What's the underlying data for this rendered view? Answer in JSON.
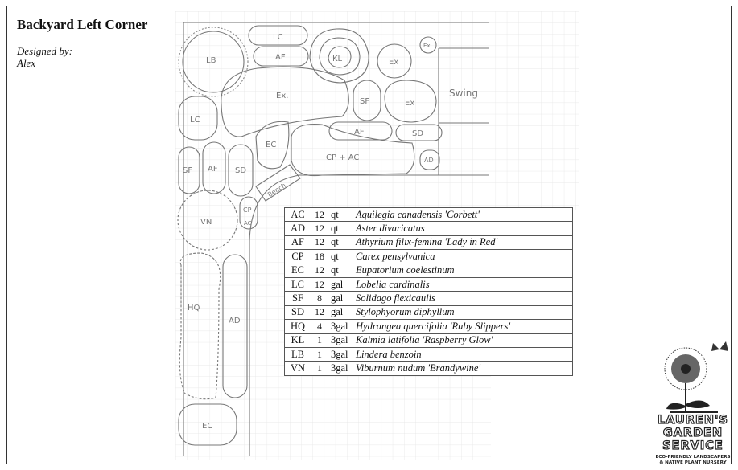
{
  "title": "Backyard Left Corner",
  "designer_label": "Designed by:",
  "designer_name": "Alex",
  "plan_labels": {
    "lb": "LB",
    "lc_top": "LC",
    "af_top": "AF",
    "kl": "KL",
    "ex_top": "Ex",
    "ex_small": "Ex",
    "ex_mid": "Ex.",
    "sf_mid": "SF",
    "ex_right": "Ex",
    "swing": "Swing",
    "lc_left": "LC",
    "af_mid": "AF",
    "sd_mid": "SD",
    "ec_mid": "EC",
    "cp_ac": "CP + AC",
    "ad_mid": "AD",
    "sf_left": "SF",
    "af_left": "AF",
    "sd_left": "SD",
    "bench": "Bench",
    "vn": "VN",
    "cp_small": "CP",
    "ac_small": "AC",
    "hq": "HQ",
    "ad_left": "AD",
    "ec_bottom": "EC"
  },
  "plants": [
    {
      "code": "AC",
      "qty": "12",
      "unit": "qt",
      "name": "Aquilegia canadensis 'Corbett'"
    },
    {
      "code": "AD",
      "qty": "12",
      "unit": "qt",
      "name": "Aster divaricatus"
    },
    {
      "code": "AF",
      "qty": "12",
      "unit": "qt",
      "name": "Athyrium filix-femina 'Lady in Red'"
    },
    {
      "code": "CP",
      "qty": "18",
      "unit": "qt",
      "name": "Carex pensylvanica"
    },
    {
      "code": "EC",
      "qty": "12",
      "unit": "qt",
      "name": "Eupatorium coelestinum"
    },
    {
      "code": "LC",
      "qty": "12",
      "unit": "gal",
      "name": "Lobelia cardinalis"
    },
    {
      "code": "SF",
      "qty": "8",
      "unit": "gal",
      "name": "Solidago flexicaulis"
    },
    {
      "code": "SD",
      "qty": "12",
      "unit": "gal",
      "name": "Stylophyorum diphyllum"
    },
    {
      "code": "HQ",
      "qty": "4",
      "unit": "3gal",
      "name": "Hydrangea quercifolia 'Ruby Slippers'"
    },
    {
      "code": "KL",
      "qty": "1",
      "unit": "3gal",
      "name": "Kalmia latifolia 'Raspberry Glow'"
    },
    {
      "code": "LB",
      "qty": "1",
      "unit": "3gal",
      "name": "Lindera benzoin"
    },
    {
      "code": "VN",
      "qty": "1",
      "unit": "3gal",
      "name": "Viburnum nudum 'Brandywine'"
    }
  ],
  "logo": {
    "line1": "LAUREN'S",
    "line2": "GARDEN",
    "line3": "SERVICE",
    "tagline1": "ECO-FRIENDLY LANDSCAPERS",
    "tagline2": "& NATIVE PLANT NURSERY",
    "icons": [
      "butterfly-icon",
      "dandelion-icon"
    ]
  }
}
